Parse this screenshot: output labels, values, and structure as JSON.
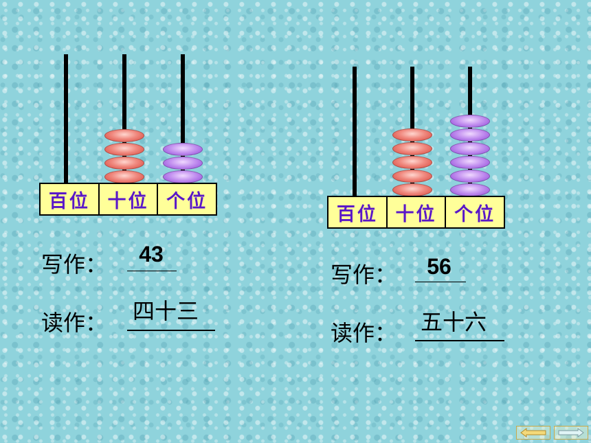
{
  "labels": {
    "hundreds": "百位",
    "tens": "十位",
    "ones": "个位"
  },
  "write_label": "写作：",
  "read_label": "读作：",
  "left": {
    "tens_beads": 4,
    "ones_beads": 3,
    "written": "43",
    "read": "四十三"
  },
  "right": {
    "tens_beads": 5,
    "ones_beads": 6,
    "written": "56",
    "read": "五十六"
  },
  "colors": {
    "tens_bead": "#e0574c",
    "ones_bead": "#a864e6",
    "label_bg": "#ffff99",
    "label_text": "#5a18c8"
  },
  "nav": {
    "back_icon": "arrow-left-icon",
    "forward_icon": "arrow-right-icon"
  }
}
